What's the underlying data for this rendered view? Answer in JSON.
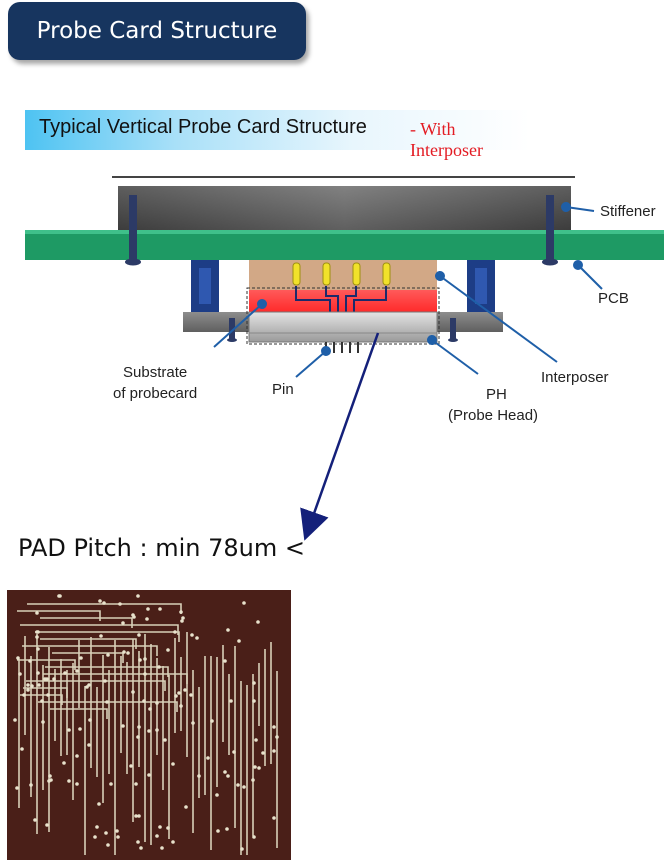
{
  "header": {
    "title": "Probe Card Structure"
  },
  "diagram": {
    "banner": {
      "main": "Typical Vertical Probe Card Structure",
      "sub": "- With Interposer"
    },
    "labels": {
      "stiffener": "Stiffener",
      "pcb": "PCB",
      "interposer": "Interposer",
      "substrate_line1": "Substrate",
      "substrate_line2": "of probecard",
      "pin": "Pin",
      "ph_line1": "PH",
      "ph_line2": "(Probe Head)"
    },
    "colors": {
      "pcb": "#1e9a64",
      "interposer_body": "#d2a886",
      "substrate": "#ff3b3b",
      "leader_lines": "#1f5fa8",
      "badge": "#17355f"
    }
  },
  "pad_pitch": {
    "text": "PAD Pitch : min 78um <"
  },
  "micrograph": {
    "description_icon": "pad-micrograph-image"
  }
}
